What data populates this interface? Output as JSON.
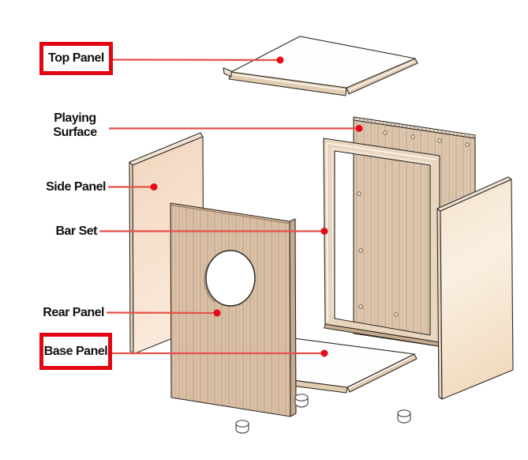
{
  "labels": {
    "top_panel": "Top Panel",
    "playing_surface": [
      "Playing",
      "Surface"
    ],
    "side_panel": "Side Panel",
    "bar_set": "Bar Set",
    "rear_panel": "Rear Panel",
    "base_panel": "Base Panel"
  },
  "colors": {
    "accent_red": "#e20613",
    "leader_red": "#e6504a",
    "dot_red": "#e30b17",
    "wood": "#d9bfa6",
    "wood_light": "#ddc6ae",
    "wood_edge": "#c8ab8d",
    "frame_wood": "#e9d6bf",
    "edge_tan": "#e3cdb2",
    "outline": "#2e2a26",
    "label_ink": "#111111"
  }
}
